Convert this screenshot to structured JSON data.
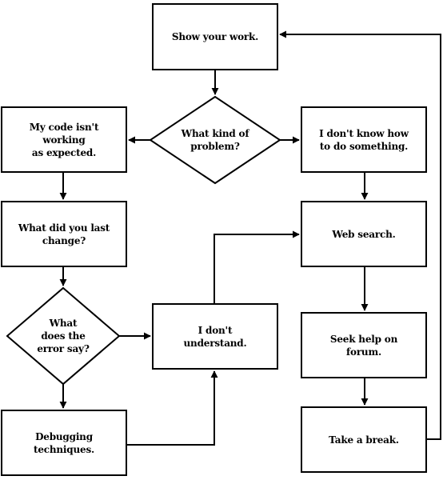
{
  "nodes": {
    "show_work": "Show your work.",
    "kind_of_problem": "What kind of\nproblem?",
    "code_not_working": "My code isn't\nworking\nas expected.",
    "dont_know_how": "I don't know how\nto do something.",
    "last_change": "What did you last\nchange?",
    "web_search": "Web search.",
    "error_say": "What\ndoes the\nerror say?",
    "dont_understand": "I don't\nunderstand.",
    "seek_help": "Seek help on\nforum.",
    "debugging": "Debugging\ntechniques.",
    "take_break": "Take a break."
  }
}
